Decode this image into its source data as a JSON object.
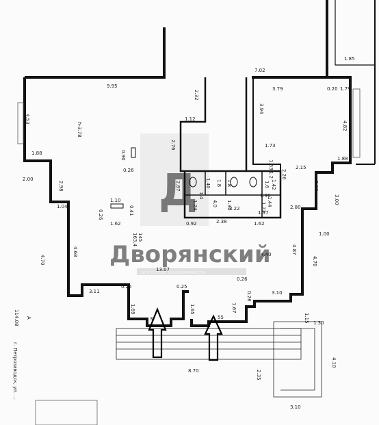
{
  "watermark": {
    "title": "Дворянский",
    "subtitle": "агентство недвижимости",
    "logo_letter": "Д"
  },
  "left_margin": {
    "code": "114.08",
    "side_text": "г. Петрозаводск, ул. ...",
    "letter": "А"
  },
  "hall": {
    "height": "h-3.78",
    "room_no": "145",
    "area": "163.4"
  },
  "dims": {
    "d9_95": "9.95",
    "d2_32": "2.32",
    "d7_02": "7.02",
    "d3_79": "3.79",
    "d0_20": "0.20",
    "d1_79": "1.79",
    "d1_85": "1.85",
    "d4_53": "4.53",
    "d1_12": "1.12",
    "d3_94": "3.94",
    "d4_82": "4.82",
    "d2_76": "2.76",
    "d0_90": "0.90",
    "d1_73": "1.73",
    "d1_88": "1.88",
    "d1_63": "1.63",
    "d1_2": "1.2",
    "d2_26": "2.26",
    "d2_15": "2.15",
    "d1_88b": "1.88",
    "d0_26": "0.26",
    "d2_00": "2.00",
    "d2_98": "2.98",
    "d2_87": "2.87",
    "d1_40": "1.40",
    "d1_8": "1.8",
    "d1_8b": "1.8",
    "d1_6": "1.6",
    "d1_42": "1.42",
    "d2_99": "2.99",
    "d1_4": "1.4",
    "d1_96": "1.96",
    "d3_00": "3.00",
    "d1_24": "1.24",
    "d4_0": "4.0",
    "d1_30": "1.30",
    "d1_23": "1.23",
    "d1_44": "1.44",
    "d2_80": "2.80",
    "d1_10": "1.10",
    "d0_41": "0.41",
    "d3_22": "3.22",
    "d1_37": "1.37",
    "d1_04": "1.04",
    "d0_26b": "0.26",
    "d1_62a": "1.62",
    "d0_92": "0.92",
    "d2_38": "2.38",
    "d1_62b": "1.62",
    "d1_00": "1.00",
    "d4_70a": "4.70",
    "d4_68": "4.68",
    "d4_87": "4.87",
    "d4_40": "4.40",
    "d4_70b": "4.70",
    "d13_07": "13.07",
    "d0_25a": "0.25",
    "d0_25b": "0.25",
    "d0_26c": "0.26",
    "d3_11": "3.11",
    "d0_26d": "0.26",
    "d3_10a": "3.10",
    "d1_69": "1.69",
    "d1_65": "1.65",
    "d1_67": "1.67",
    "d1_15": "1.15",
    "d3_partial": "3.",
    "d55_partial": "55",
    "d1_30b": "1.30",
    "d4_10": "4.10",
    "d8_70": "8.70",
    "d2_35": "2.35",
    "d3_10b": "3.10"
  }
}
